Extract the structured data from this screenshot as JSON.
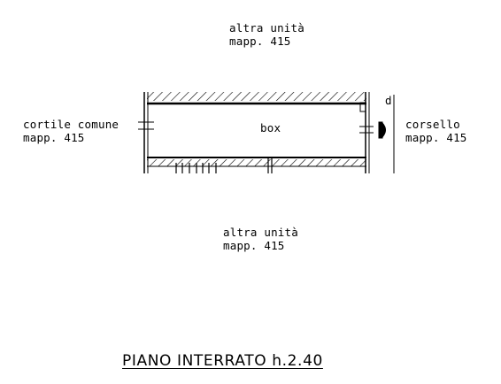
{
  "labels": {
    "top": [
      "altra unità",
      "mapp. 415"
    ],
    "bottom": [
      "altra unità",
      "mapp. 415"
    ],
    "left": [
      "cortile comune",
      "mapp. 415"
    ],
    "right": [
      "corsello",
      "mapp. 415"
    ],
    "room": "box",
    "door_mark": "d"
  },
  "caption": "PIANO  INTERRATO  h.2.40"
}
